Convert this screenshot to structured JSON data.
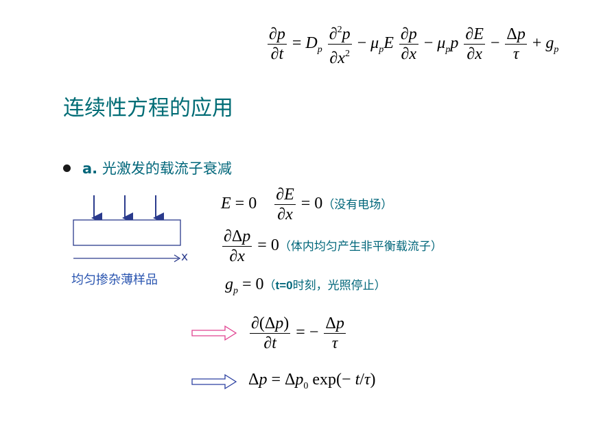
{
  "top_equation": "∂p/∂t = D_p ∂²p/∂x² − μ_p E ∂p/∂x − μ_p p ∂E/∂x − Δp/τ + g_p",
  "title": "连续性方程的应用",
  "section": {
    "label_prefix": "a.",
    "label_text": "光激发的载流子衰减"
  },
  "diagram": {
    "caption": "均匀掺杂薄样品",
    "axis_label": "x"
  },
  "conditions": [
    {
      "math": "E = 0   ∂E/∂x = 0",
      "note": "（没有电场）"
    },
    {
      "math": "∂Δp/∂x = 0",
      "note": "（体内均匀产生非平衡载流子）"
    },
    {
      "math": "g_p = 0",
      "note_prefix": "（",
      "note_bold": "t=0",
      "note_rest": "时刻，光照停止）"
    }
  ],
  "results": [
    {
      "math": "∂(Δp)/∂t = −Δp/τ",
      "arrow_color": "#e0408f"
    },
    {
      "math": "Δp = Δp0 exp(−t/τ)",
      "arrow_color": "#2a3fa0"
    }
  ]
}
